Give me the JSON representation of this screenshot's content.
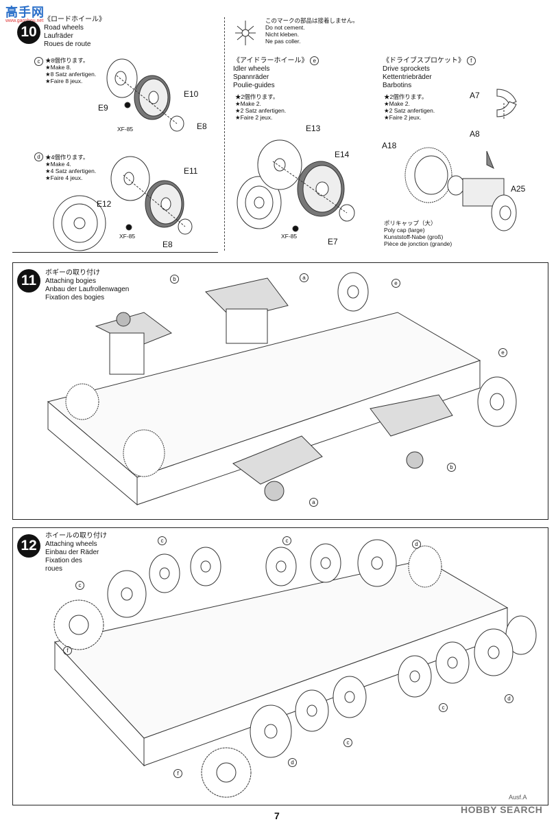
{
  "watermark_top": {
    "text": "高手网",
    "sub": "www.gaoshou.net"
  },
  "step10": {
    "number": "10",
    "titles": [
      "《ロードホイール》",
      "Road wheels",
      "Laufräder",
      "Roues de route"
    ],
    "no_cement": [
      "このマークの部品は接着しません。",
      "Do not cement.",
      "Nicht kleben.",
      "Ne pas coller."
    ],
    "sub_c": {
      "letter": "c",
      "lines": [
        "★8個作ります。",
        "★Make 8.",
        "★8 Satz anfertigen.",
        "★Faire 8 jeux."
      ],
      "parts": [
        "E9",
        "E10",
        "E8",
        "XF-85"
      ]
    },
    "sub_d": {
      "letter": "d",
      "lines": [
        "★4個作ります。",
        "★Make 4.",
        "★4 Satz anfertigen.",
        "★Faire 4 jeux."
      ],
      "parts": [
        "E12",
        "E11",
        "E8",
        "XF-85"
      ]
    },
    "idler": {
      "titles": [
        "《アイドラーホイール》",
        "Idler wheels",
        "Spannräder",
        "Poulie-guides"
      ],
      "letter": "e",
      "lines": [
        "★2個作ります。",
        "★Make 2.",
        "★2 Satz anfertigen.",
        "★Faire 2 jeux."
      ],
      "parts": [
        "E13",
        "E14",
        "E7",
        "XF-85"
      ]
    },
    "sprocket": {
      "titles": [
        "《ドライブスプロケット》",
        "Drive sprockets",
        "Kettentriebräder",
        "Barbotins"
      ],
      "letter": "f",
      "lines": [
        "★2個作ります。",
        "★Make 2.",
        "★2 Satz anfertigen.",
        "★Faire 2 jeux."
      ],
      "parts": [
        "A7",
        "A8",
        "A18",
        "A25"
      ],
      "polycap": [
        "ポリキャップ（大）",
        "Poly cap (large)",
        "Kunststoff-Nabe (groß)",
        "Pièce de jonction (grande)"
      ]
    }
  },
  "step11": {
    "number": "11",
    "titles": [
      "ボギーの取り付け",
      "Attaching bogies",
      "Anbau der Laufrollenwagen",
      "Fixation des bogies"
    ],
    "callouts": [
      "b",
      "a",
      "e",
      "e",
      "b",
      "a"
    ]
  },
  "step12": {
    "number": "12",
    "titles": [
      "ホイールの取り付け",
      "Attaching wheels",
      "Einbau der Räder",
      "Fixation des",
      "roues"
    ],
    "callouts": [
      "c",
      "c",
      "d",
      "c",
      "d",
      "f",
      "c",
      "c",
      "d",
      "d",
      "f"
    ]
  },
  "footer": {
    "page": "7",
    "brand": "HOBBY SEARCH",
    "right_text": "Ausf.A"
  }
}
